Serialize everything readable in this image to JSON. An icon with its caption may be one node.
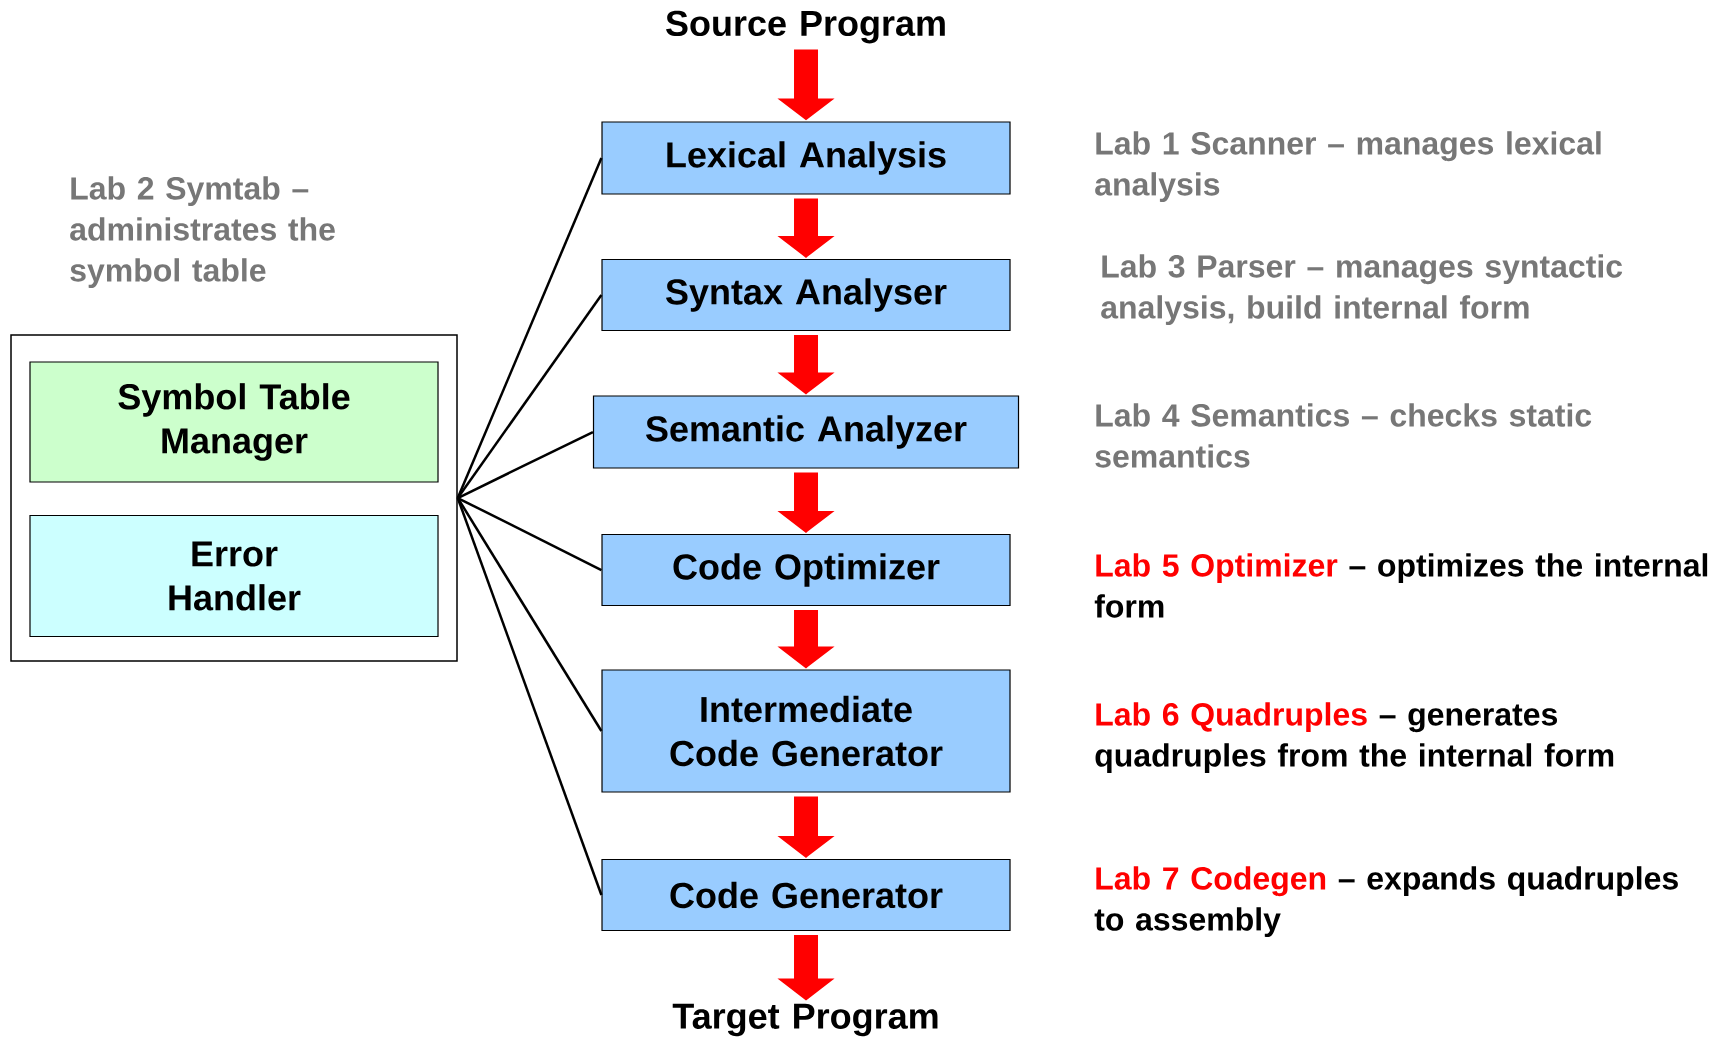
{
  "diagram": {
    "nodes": [
      {
        "text": [
          "Source Program"
        ]
      },
      {
        "text": [
          "Lexical Analysis"
        ],
        "beside": [
          "Lab 1 Scanner – manages lexical analysis"
        ]
      },
      {
        "text": [
          "Syntax Analyser"
        ],
        "beside": [
          "Lab 3 Parser – manages syntactic analysis, build internal form"
        ]
      },
      {
        "text": [
          "Semantic Analyzer"
        ],
        "beside": [
          "Lab 4 Semantics – checks static semantics"
        ]
      },
      {
        "text": [
          "Code Optimizer"
        ],
        "beside": [
          "Lab 5 Optimizer",
          "– optimizes the internal form"
        ]
      },
      {
        "text": [
          "Intermediate Code Generator"
        ],
        "beside": [
          "Lab 6 Quadruples",
          "– generates quadruples from the internal form"
        ]
      },
      {
        "text": [
          "Code Generator"
        ],
        "beside": [
          "Lab 7 Codegen",
          "– expands quadruples to assembly"
        ]
      },
      {
        "text": [
          "Target Program"
        ]
      },
      {
        "text": [
          "Lab 2 Symtab – administrates the symbol table"
        ]
      },
      {
        "text": [
          "Symbol Table Manager"
        ],
        "in": 8
      },
      {
        "text": [
          "Error Handler"
        ],
        "in": 8
      }
    ],
    "edges": [
      {
        "from": 0,
        "to": 1,
        "arrow": "to"
      },
      {
        "from": 1,
        "to": 2,
        "arrow": "to"
      },
      {
        "from": 2,
        "to": 3,
        "arrow": "to"
      },
      {
        "from": 3,
        "to": 4,
        "arrow": "to"
      },
      {
        "from": 4,
        "to": 5,
        "arrow": "to"
      },
      {
        "from": 5,
        "to": 6,
        "arrow": "to"
      },
      {
        "from": 6,
        "to": 7,
        "arrow": "to"
      },
      {
        "from": 8,
        "to": 1,
        "arrow": "none",
        "color": "#000000"
      },
      {
        "from": 8,
        "to": 2,
        "arrow": "none",
        "color": "#000000"
      },
      {
        "from": 8,
        "to": 3,
        "arrow": "none",
        "color": "#000000"
      },
      {
        "from": 8,
        "to": 4,
        "arrow": "none",
        "color": "#000000"
      },
      {
        "from": 8,
        "to": 5,
        "arrow": "none",
        "color": "#000000"
      },
      {
        "from": 8,
        "to": 6,
        "arrow": "none",
        "color": "#000000"
      }
    ]
  }
}
